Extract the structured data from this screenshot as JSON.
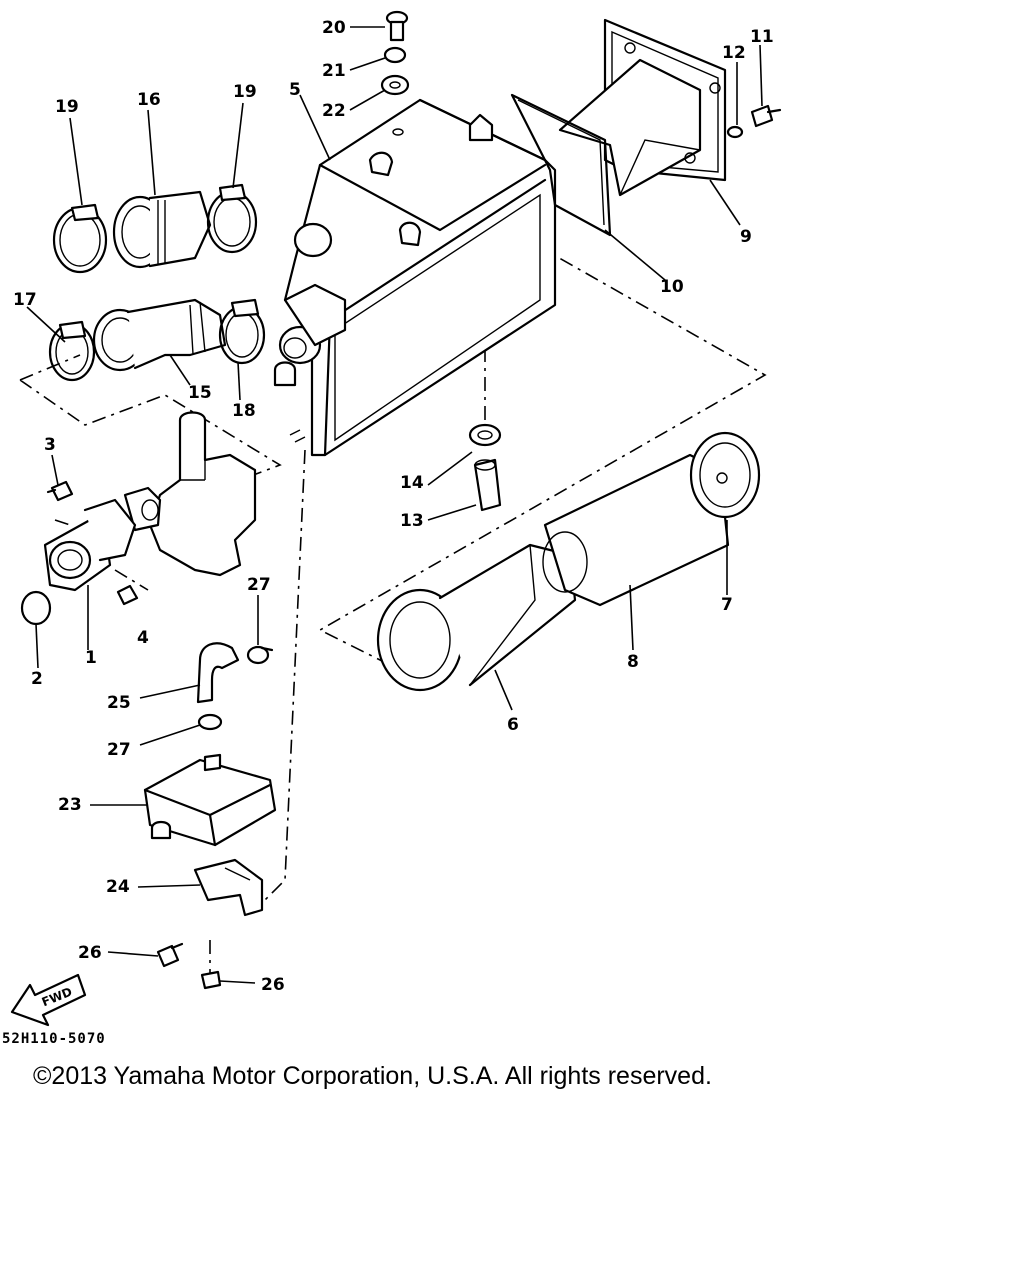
{
  "diagram": {
    "part_labels": {
      "p1": "1",
      "p2": "2",
      "p3": "3",
      "p4": "4",
      "p5": "5",
      "p6": "6",
      "p7": "7",
      "p8": "8",
      "p9": "9",
      "p10": "10",
      "p11": "11",
      "p12": "12",
      "p13": "13",
      "p14": "14",
      "p15": "15",
      "p16": "16",
      "p17": "17",
      "p18": "18",
      "p19a": "19",
      "p19b": "19",
      "p20": "20",
      "p21": "21",
      "p22": "22",
      "p23": "23",
      "p24": "24",
      "p25": "25",
      "p26a": "26",
      "p26b": "26",
      "p27a": "27",
      "p27b": "27"
    },
    "fwd_badge": "FWD",
    "diagram_code": "52H110-5070"
  },
  "footer": {
    "copyright": "©2013 Yamaha Motor Corporation, U.S.A. All rights reserved."
  }
}
